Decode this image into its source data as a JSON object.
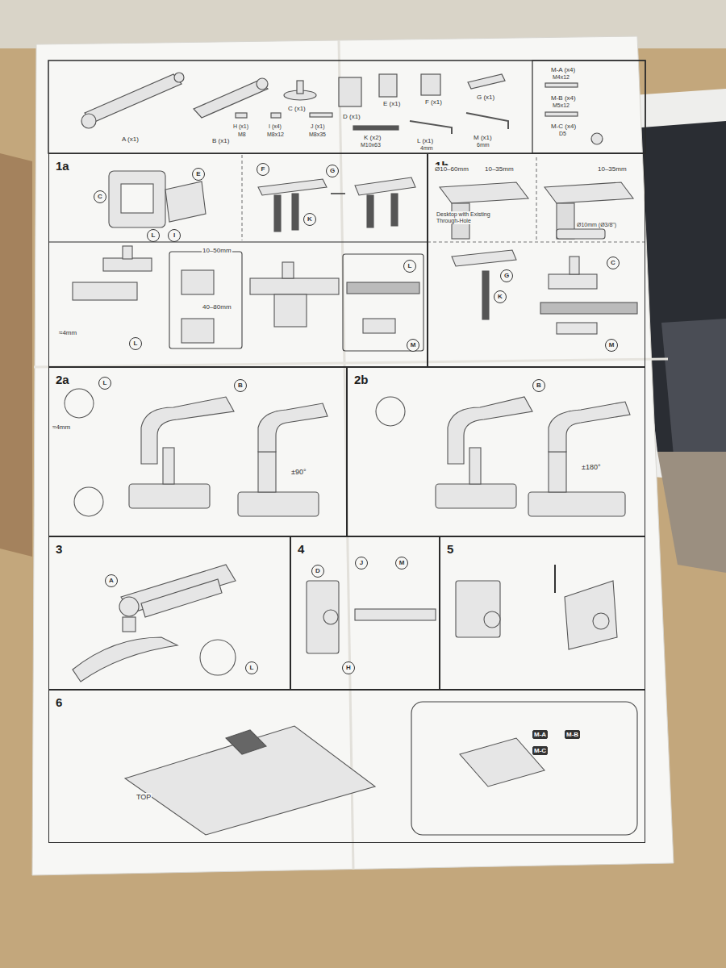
{
  "diagram": {
    "nodes": [
      {
        "text": [
          "1a"
        ]
      },
      {
        "text": [
          "1b"
        ]
      },
      {
        "text": [
          "2a"
        ]
      },
      {
        "text": [
          "2b"
        ]
      },
      {
        "text": [
          "3"
        ]
      },
      {
        "text": [
          "4"
        ]
      },
      {
        "text": [
          "5"
        ]
      },
      {
        "text": [
          "6"
        ]
      }
    ],
    "labels": [
      "A (x1)",
      "B (x1)",
      "C (x1)",
      "H (x1)",
      "M8",
      "I (x4)",
      "M8x12",
      "J (x1)",
      "M8x35",
      "D (x1)",
      "E (x1)",
      "F (x1)",
      "G (x1)",
      "K (x2)",
      "M10x63",
      "L (x1)",
      "4mm",
      "M (x1)",
      "6mm",
      "M-A (x4)",
      "M4x12",
      "M-B (x4)",
      "M5x12",
      "M-C (x4)",
      "D5",
      "C",
      "E",
      "L",
      "I",
      "F",
      "G",
      "K",
      "10–50mm",
      "40–80mm",
      "≈4mm",
      "L",
      "L",
      "M",
      "Ø10–60mm",
      "10–35mm",
      "10–35mm",
      "Desktop with Existing Through-Hole",
      "Ø10mm (Ø3/8\")",
      "G",
      "K",
      "C",
      "M",
      "L",
      "≈4mm",
      "B",
      "±90°",
      "B",
      "±180°",
      "A",
      "L",
      "M",
      "J",
      "D",
      "H",
      "TOP",
      "M-A",
      "M-B",
      "M-C"
    ]
  }
}
